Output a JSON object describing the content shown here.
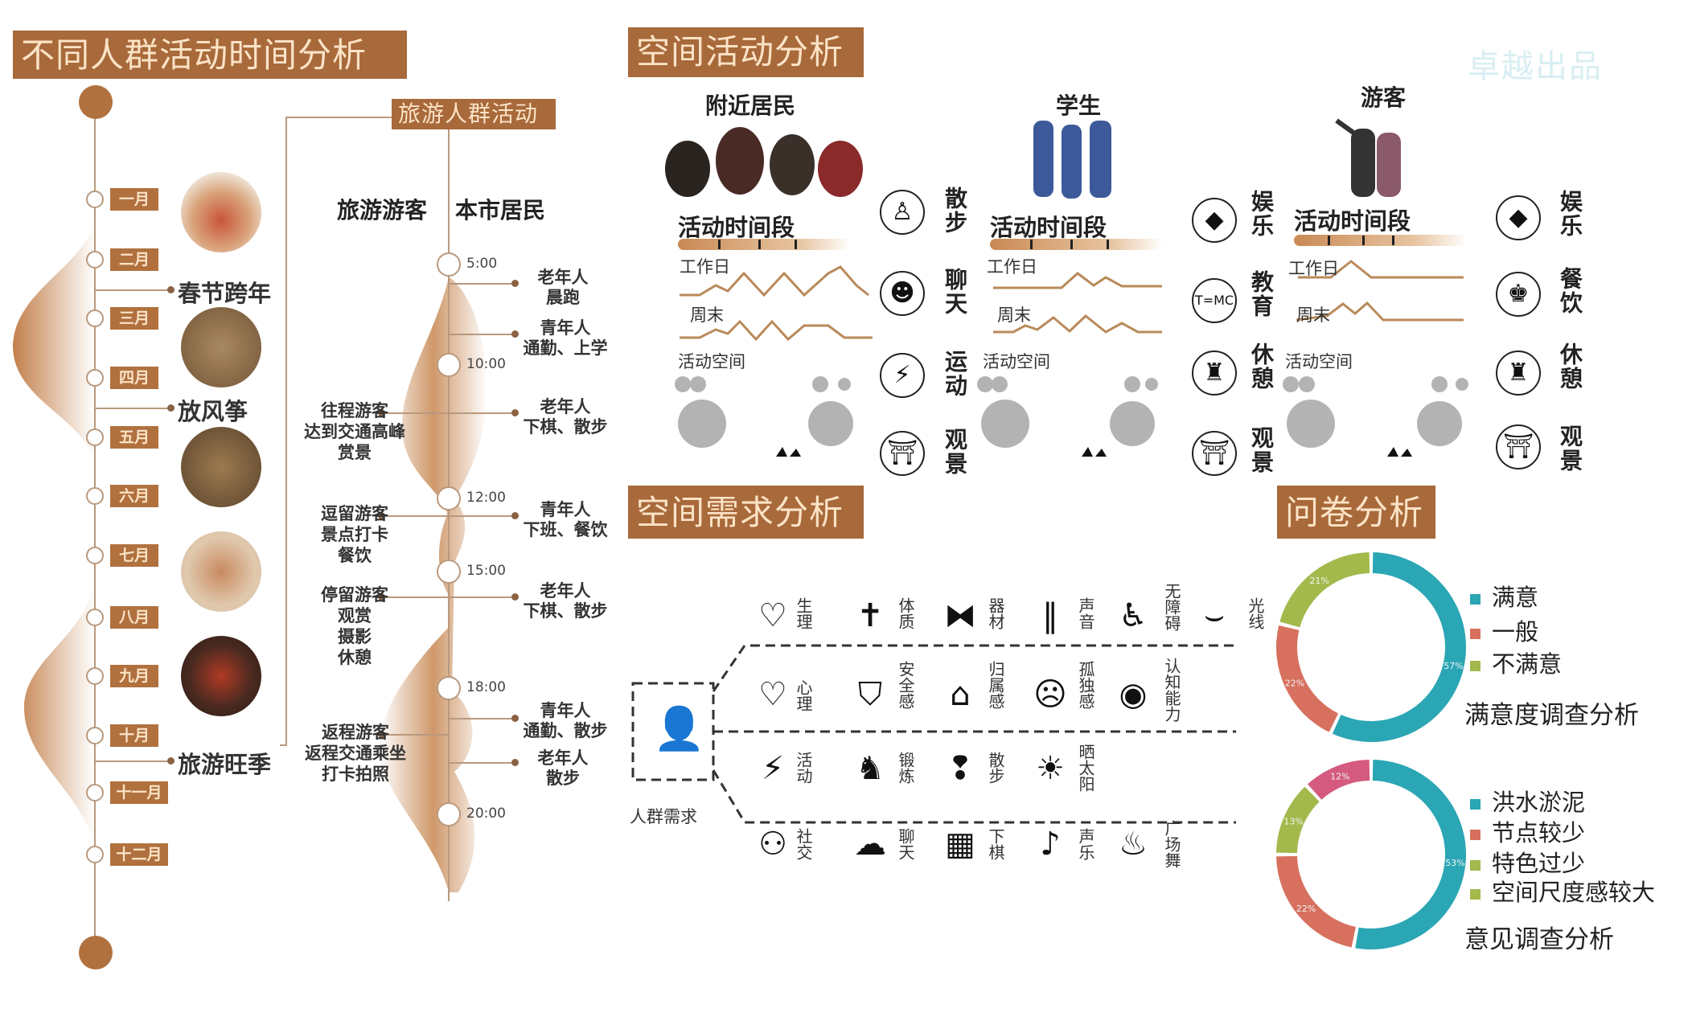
{
  "watermark": "卓越出品",
  "time_analysis": {
    "title": "不同人群活动时间分析",
    "months": [
      "一月",
      "二月",
      "三月",
      "四月",
      "五月",
      "六月",
      "七月",
      "八月",
      "九月",
      "十月",
      "十一月",
      "十二月"
    ],
    "events": [
      "春节跨年",
      "放风筝",
      "旅游旺季"
    ]
  },
  "tourism": {
    "title": "旅游人群活动",
    "col_left": "旅游游客",
    "col_right": "本市居民",
    "times": [
      "5:00",
      "10:00",
      "12:00",
      "15:00",
      "18:00",
      "20:00"
    ],
    "residents": [
      {
        "who": "老年人",
        "what": "晨跑"
      },
      {
        "who": "青年人",
        "what": "通勤、上学"
      },
      {
        "who": "老年人",
        "what": "下棋、散步"
      },
      {
        "who": "青年人",
        "what": "下班、餐饮"
      },
      {
        "who": "老年人",
        "what": "下棋、散步"
      },
      {
        "who": "青年人",
        "what": "通勤、散步"
      },
      {
        "who": "老年人",
        "what": "散步"
      }
    ],
    "tourists": [
      {
        "who": "往程游客",
        "lines": [
          "达到交通高峰",
          "赏景"
        ]
      },
      {
        "who": "逗留游客",
        "lines": [
          "景点打卡",
          "餐饮"
        ]
      },
      {
        "who": "停留游客",
        "lines": [
          "观赏",
          "摄影",
          "休憩"
        ]
      },
      {
        "who": "返程游客",
        "lines": [
          "返程交通乘坐",
          "打卡拍照"
        ]
      }
    ]
  },
  "space_activity": {
    "title": "空间活动分析",
    "groups": [
      {
        "name": "附近居民",
        "time_label": "活动时间段",
        "weekday": "工作日",
        "weekend": "周末",
        "space": "活动空间"
      },
      {
        "name": "学生",
        "time_label": "活动时间段",
        "weekday": "工作日",
        "weekend": "周末",
        "space": "活动空间"
      },
      {
        "name": "游客",
        "time_label": "活动时间段",
        "weekday": "工作日",
        "weekend": "周末",
        "space": "活动空间"
      }
    ],
    "icon_columns": [
      [
        {
          "label": "散步",
          "icon": "walking-couple-icon"
        },
        {
          "label": "聊天",
          "icon": "chatting-icon"
        },
        {
          "label": "运动",
          "icon": "running-icon"
        },
        {
          "label": "观景",
          "icon": "pavilion-icon"
        }
      ],
      [
        {
          "label": "娱乐",
          "icon": "kite-icon"
        },
        {
          "label": "教育",
          "icon": "education-icon"
        },
        {
          "label": "休憩",
          "icon": "resting-icon"
        },
        {
          "label": "观景",
          "icon": "pavilion-icon"
        }
      ],
      [
        {
          "label": "娱乐",
          "icon": "kite-icon"
        },
        {
          "label": "餐饮",
          "icon": "dining-icon"
        },
        {
          "label": "休憩",
          "icon": "resting-icon"
        },
        {
          "label": "观景",
          "icon": "pavilion-icon"
        }
      ]
    ]
  },
  "needs": {
    "title": "空间需求分析",
    "center_label": "人群需求",
    "rows": [
      [
        {
          "label": "生理",
          "icon": "heartbeat-icon"
        },
        {
          "label": "体质",
          "icon": "person-icon"
        },
        {
          "label": "器材",
          "icon": "dumbbell-icon"
        },
        {
          "label": "声音",
          "icon": "sound-wave-icon"
        },
        {
          "label": "无障碍",
          "icon": "wheelchair-icon"
        },
        {
          "label": "光线",
          "icon": "eyelash-icon"
        }
      ],
      [
        {
          "label": "心理",
          "icon": "stethoscope-heart-icon"
        },
        {
          "label": "安全感",
          "icon": "shield-user-icon"
        },
        {
          "label": "归属感",
          "icon": "home-icon"
        },
        {
          "label": "孤独感",
          "icon": "sad-face-icon"
        },
        {
          "label": "认知能力",
          "icon": "eye-icon"
        }
      ],
      [
        {
          "label": "活动",
          "icon": "sprint-icon"
        },
        {
          "label": "锻炼",
          "icon": "stretching-icon"
        },
        {
          "label": "散步",
          "icon": "footprints-icon"
        },
        {
          "label": "晒太阳",
          "icon": "sun-icon"
        }
      ],
      [
        {
          "label": "社交",
          "icon": "people-icon"
        },
        {
          "label": "聊天",
          "icon": "chat-bubble-icon"
        },
        {
          "label": "下棋",
          "icon": "chessboard-icon"
        },
        {
          "label": "声乐",
          "icon": "music-icon"
        },
        {
          "label": "广场舞",
          "icon": "dancing-icon"
        }
      ]
    ]
  },
  "survey": {
    "title": "问卷分析"
  },
  "chart_data": [
    {
      "type": "pie",
      "variant": "donut",
      "title": "满意度调查分析",
      "labels": [
        "满意",
        "一般",
        "不满意"
      ],
      "values": [
        57,
        22,
        21
      ],
      "value_labels": [
        "57%",
        "22%",
        "21%"
      ],
      "colors": [
        "#2ba6b4",
        "#d7705e",
        "#a3b94c"
      ],
      "legend": "right"
    },
    {
      "type": "pie",
      "variant": "donut",
      "title": "意见调查分析",
      "labels": [
        "洪水淤泥",
        "节点较少",
        "特色过少",
        "空间尺度感较大"
      ],
      "values": [
        53,
        22,
        13,
        12
      ],
      "value_labels": [
        "53%",
        "22%",
        "13%",
        "12%"
      ],
      "colors": [
        "#2ba6b4",
        "#d7705e",
        "#a3b94c",
        "#d45a80"
      ],
      "legend_colors": [
        "#2ba6b4",
        "#d7705e",
        "#a3b94c",
        "#a3b94c"
      ],
      "legend": "right"
    }
  ]
}
